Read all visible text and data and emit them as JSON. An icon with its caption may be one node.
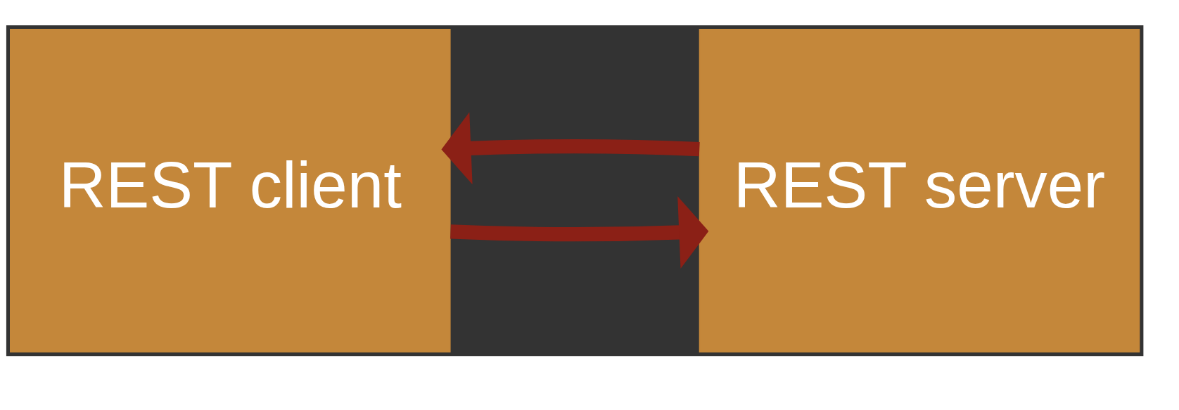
{
  "diagram": {
    "nodes": [
      {
        "text": [
          "REST client"
        ]
      },
      {
        "text": [
          "REST server"
        ]
      }
    ],
    "edges": [
      {
        "from": 0,
        "to": 1,
        "arrow": "to"
      },
      {
        "from": 1,
        "to": 0,
        "arrow": "to"
      }
    ]
  }
}
